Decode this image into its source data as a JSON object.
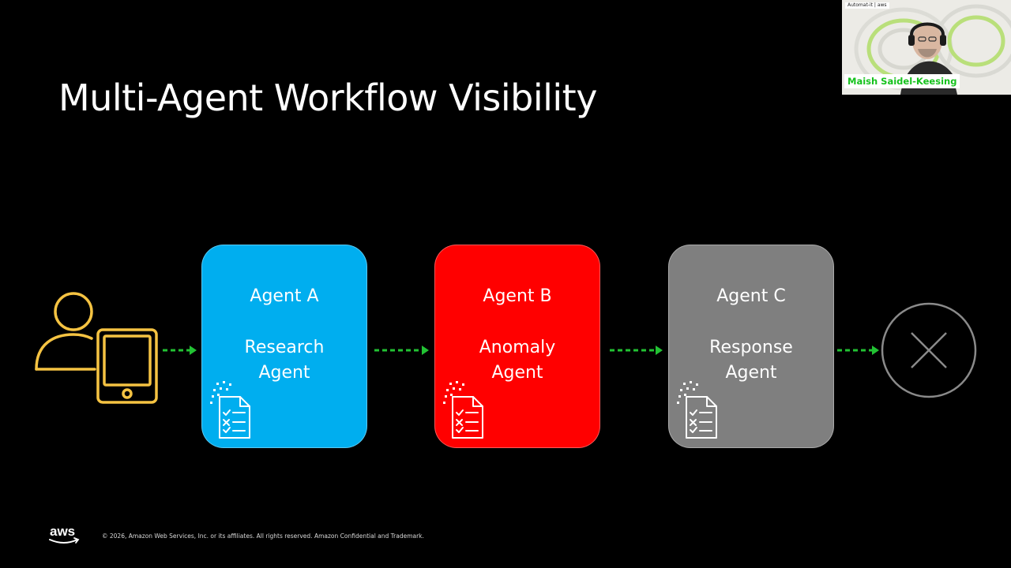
{
  "slide": {
    "title": "Multi-Agent Workflow Visibility"
  },
  "agents": [
    {
      "name": "Agent A",
      "role": "Research\nAgent",
      "color": "#00aeef"
    },
    {
      "name": "Agent B",
      "role": "Anomaly\nAgent",
      "color": "#ff0000"
    },
    {
      "name": "Agent C",
      "role": "Response\nAgent",
      "color": "#7f7f7f"
    }
  ],
  "colors": {
    "background": "#000000",
    "user_icon": "#f5c342",
    "arrow": "#22c233",
    "end_icon": "#8a8a8a"
  },
  "icons": {
    "user": "user-with-tablet-icon",
    "document": "checklist-document-icon",
    "end": "circle-x-icon"
  },
  "footer": {
    "logo": "aws",
    "copyright": "© 2026, Amazon Web Services, Inc. or its affiliates. All rights reserved. Amazon Confidential and Trademark."
  },
  "presenter": {
    "name": "Maish Saidel-Keesing",
    "badge": "Automat-it | aws"
  }
}
